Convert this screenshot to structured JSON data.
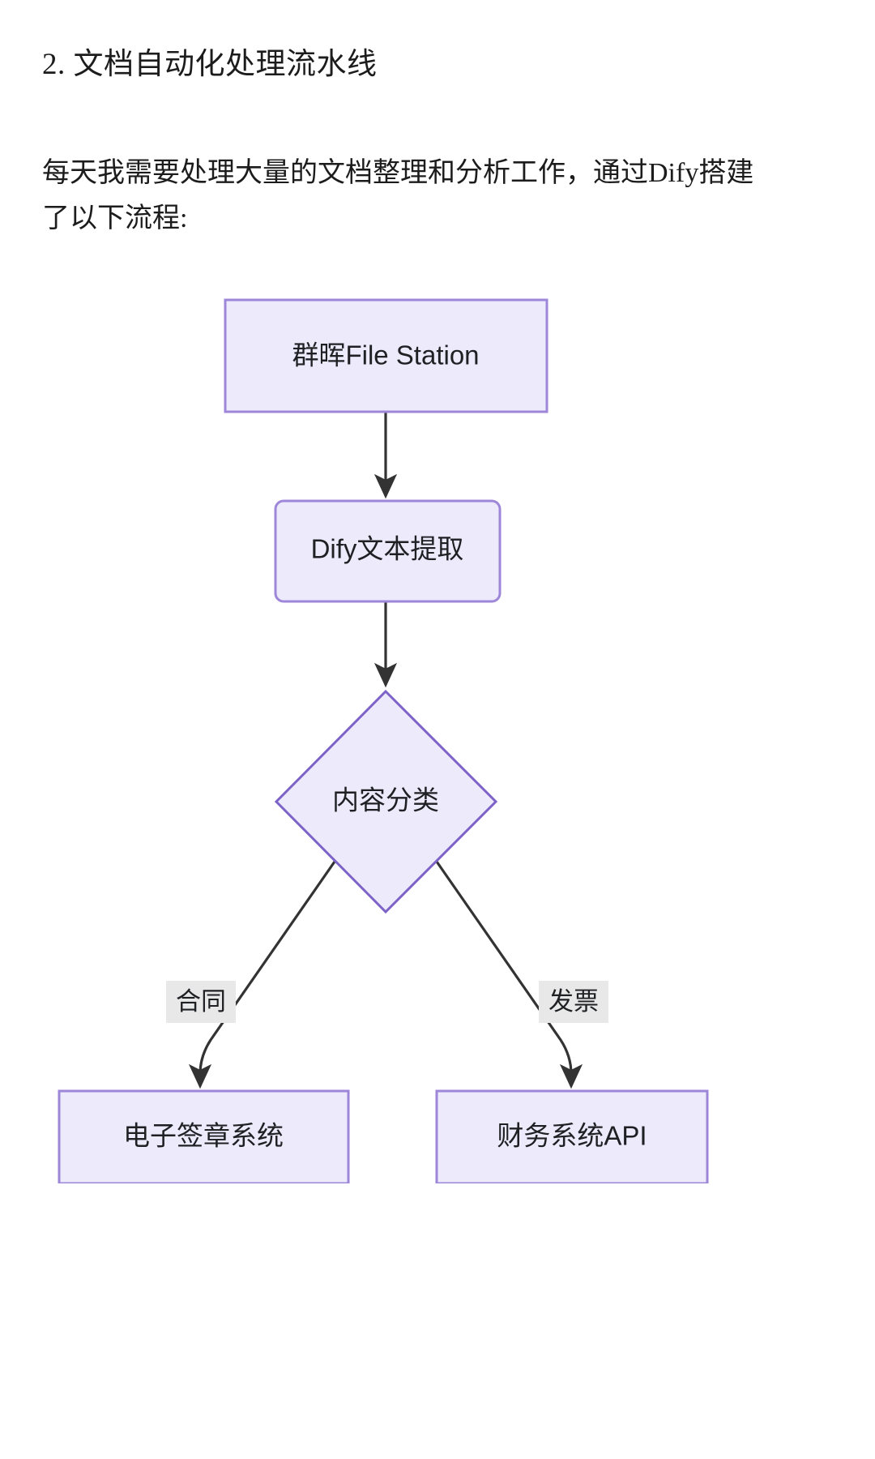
{
  "document": {
    "heading": "2. 文档自动化处理流水线",
    "paragraph": "每天我需要处理大量的文档整理和分析工作，通过Dify搭建了以下流程:"
  },
  "flowchart": {
    "type": "flowchart",
    "direction": "top-down",
    "colors": {
      "node_fill": "#ECEAFB",
      "node_border": "#9E86D8",
      "decision_fill": "#EDEAFB",
      "decision_border": "#7D63C8",
      "edge_stroke": "#333333",
      "edge_label_background": "#E8E8E8",
      "text": "#1F2023"
    },
    "nodes": [
      {
        "id": "source",
        "label": "群晖File Station",
        "shape": "rectangle"
      },
      {
        "id": "extract",
        "label": "Dify文本提取",
        "shape": "rounded-rectangle"
      },
      {
        "id": "classify",
        "label": "内容分类",
        "shape": "diamond"
      },
      {
        "id": "sign",
        "label": "电子签章系统",
        "shape": "rectangle"
      },
      {
        "id": "finance",
        "label": "财务系统API",
        "shape": "rectangle"
      }
    ],
    "edges": [
      {
        "from": "source",
        "to": "extract",
        "label": ""
      },
      {
        "from": "extract",
        "to": "classify",
        "label": ""
      },
      {
        "from": "classify",
        "to": "sign",
        "label": "合同"
      },
      {
        "from": "classify",
        "to": "finance",
        "label": "发票"
      }
    ]
  }
}
